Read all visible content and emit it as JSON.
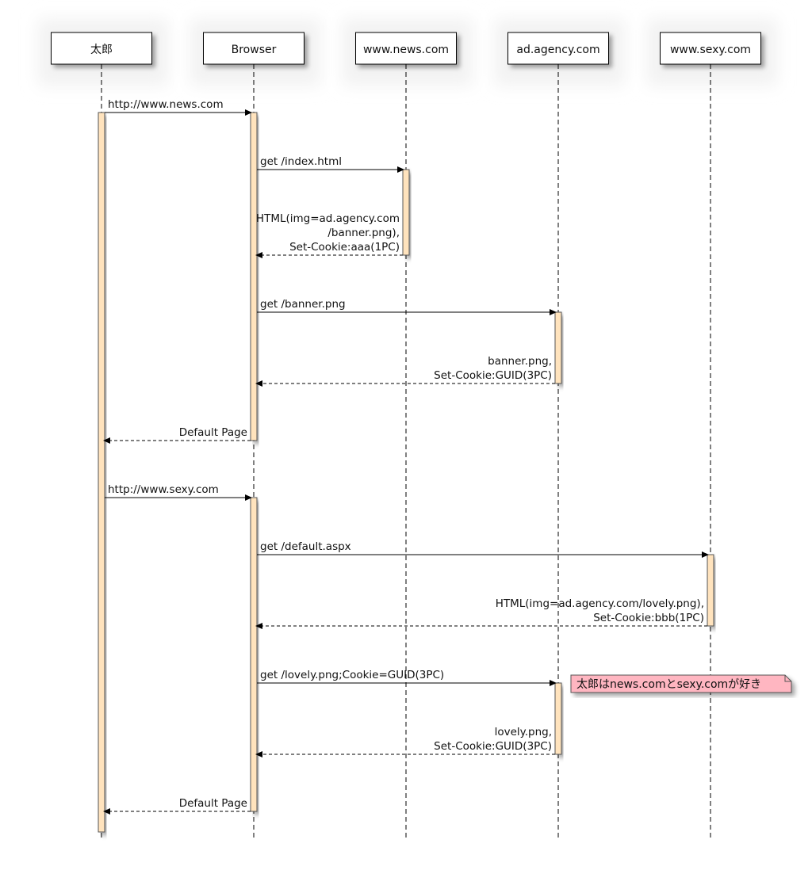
{
  "actors": [
    "太郎",
    "Browser",
    "www.news.com",
    "ad.agency.com",
    "www.sexy.com"
  ],
  "messages": [
    {
      "from": 0,
      "to": 1,
      "lines": [
        "http://www.news.com"
      ],
      "dashed": false
    },
    {
      "from": 1,
      "to": 2,
      "lines": [
        "get /index.html"
      ],
      "dashed": false
    },
    {
      "from": 2,
      "to": 1,
      "lines": [
        "HTML(img=ad.agency.com",
        "/banner.png),",
        "Set-Cookie:aaa(1PC)"
      ],
      "dashed": true
    },
    {
      "from": 1,
      "to": 3,
      "lines": [
        "get /banner.png"
      ],
      "dashed": false
    },
    {
      "from": 3,
      "to": 1,
      "lines": [
        "banner.png,",
        "Set-Cookie:GUID(3PC)"
      ],
      "dashed": true
    },
    {
      "from": 1,
      "to": 0,
      "lines": [
        "Default Page"
      ],
      "dashed": true
    },
    {
      "from": 0,
      "to": 1,
      "lines": [
        "http://www.sexy.com"
      ],
      "dashed": false
    },
    {
      "from": 1,
      "to": 4,
      "lines": [
        "get /default.aspx"
      ],
      "dashed": false
    },
    {
      "from": 4,
      "to": 1,
      "lines": [
        "HTML(img=ad.agency.com/lovely.png),",
        "Set-Cookie:bbb(1PC)"
      ],
      "dashed": true
    },
    {
      "from": 1,
      "to": 3,
      "lines": [
        "get /lovely.png;Cookie=GUID(3PC)"
      ],
      "dashed": false
    },
    {
      "from": 3,
      "to": 1,
      "lines": [
        "lovely.png,",
        "Set-Cookie:GUID(3PC)"
      ],
      "dashed": true
    },
    {
      "from": 1,
      "to": 0,
      "lines": [
        "Default Page"
      ],
      "dashed": true
    }
  ],
  "note": {
    "text": "太郎はnews.comとsexy.comが好き",
    "color": "#ffb6c1"
  },
  "colors": {
    "activation_fill": "#ffe3bd",
    "line": "#000000",
    "box_fill": "#ffffff"
  }
}
